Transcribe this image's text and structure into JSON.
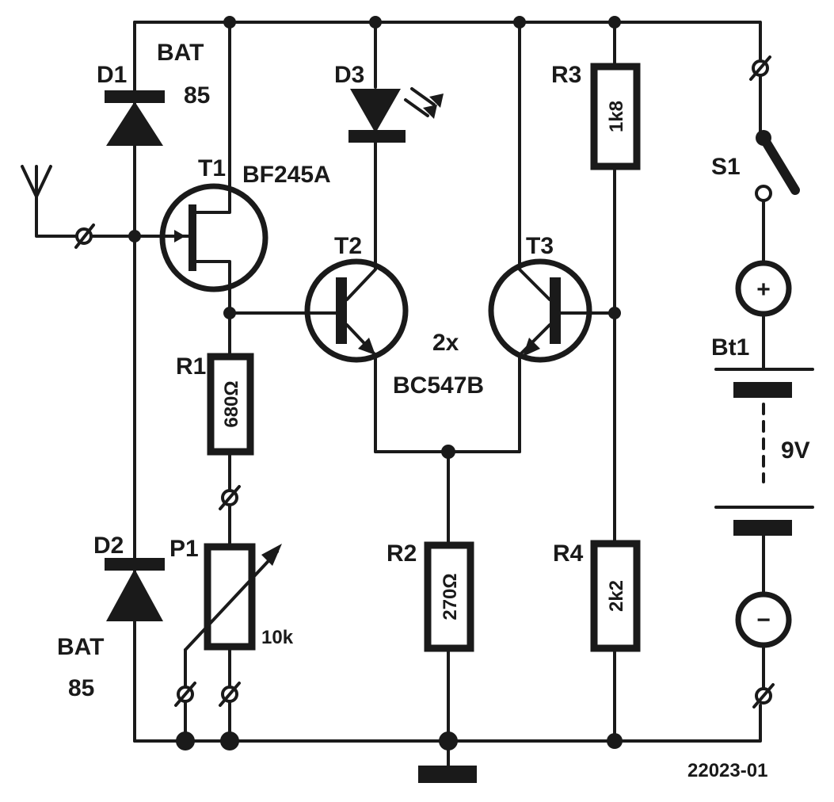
{
  "components": {
    "d1": {
      "ref": "D1",
      "type_line1": "BAT",
      "type_line2": "85"
    },
    "d2": {
      "ref": "D2",
      "type_line1": "BAT",
      "type_line2": "85"
    },
    "d3": {
      "ref": "D3"
    },
    "t1": {
      "ref": "T1",
      "type": "BF245A"
    },
    "t2": {
      "ref": "T2"
    },
    "t3": {
      "ref": "T3"
    },
    "t23_type": {
      "line1": "2x",
      "line2": "BC547B"
    },
    "r1": {
      "ref": "R1",
      "value": "680Ω"
    },
    "r2": {
      "ref": "R2",
      "value": "270Ω"
    },
    "r3": {
      "ref": "R3",
      "value": "1k8"
    },
    "r4": {
      "ref": "R4",
      "value": "2k2"
    },
    "p1": {
      "ref": "P1",
      "value": "10k"
    },
    "s1": {
      "ref": "S1"
    },
    "bt1": {
      "ref": "Bt1",
      "voltage": "9V",
      "plus": "+",
      "minus": "−"
    }
  },
  "figure_id": "22023-01"
}
